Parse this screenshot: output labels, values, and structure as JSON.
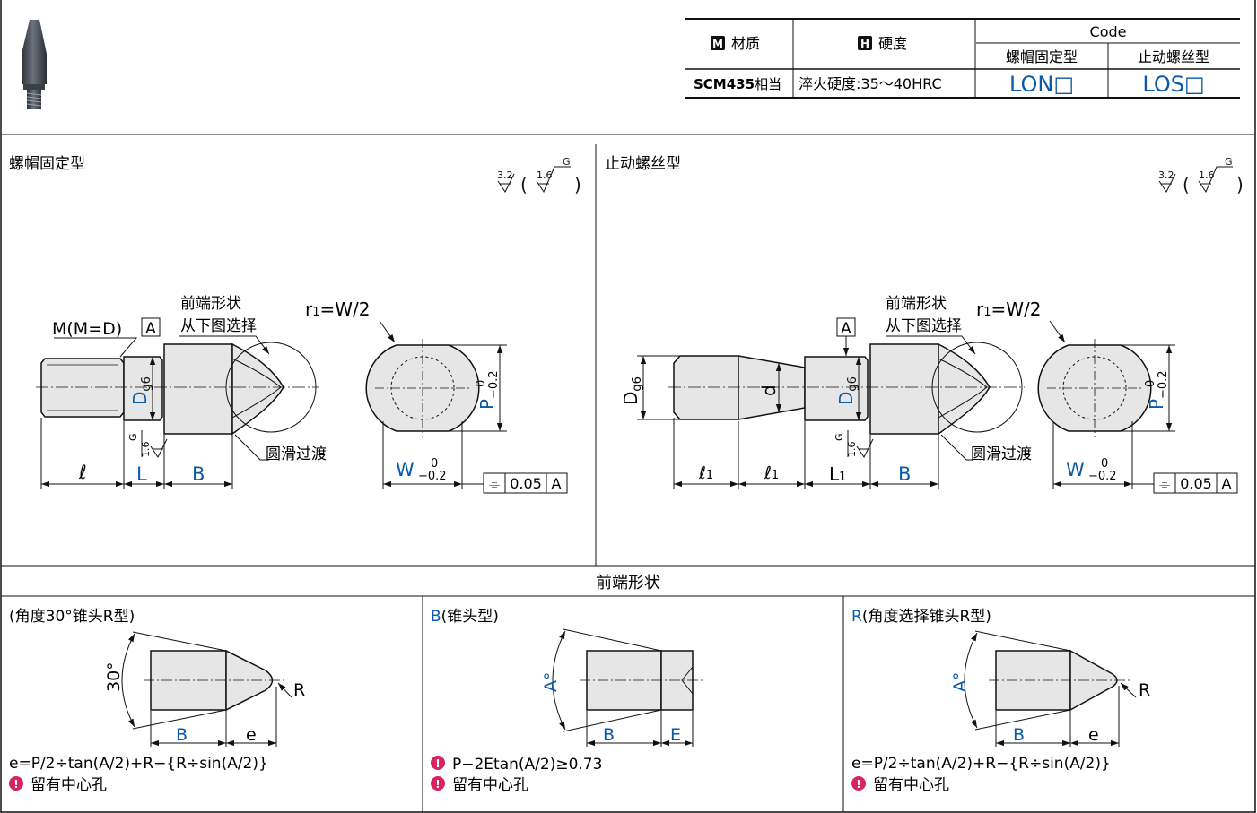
{
  "table": {
    "material_header": "材质",
    "material_badge": "M",
    "hardness_header": "硬度",
    "hardness_badge": "H",
    "code_header": "Code",
    "code_col1": "螺帽固定型",
    "code_col2": "止动螺丝型",
    "material_value_bold": "SCM435",
    "material_value_suffix": "相当",
    "hardness_value": "淬火硬度:35～40HRC",
    "code_value1": "LON□",
    "code_value2": "LOS□"
  },
  "left_panel": {
    "title": "螺帽固定型",
    "thread_label": "M(M=D)",
    "datum": "A",
    "d_label": "D",
    "d_sub": "g6",
    "tip_label_1": "前端形状",
    "tip_label_2": "从下图选择",
    "smooth_label": "圆滑过渡",
    "dim_l": "ℓ",
    "dim_L": "L",
    "dim_B": "B",
    "finish_g": "G",
    "finish_16": "1.6",
    "r1_label": "r",
    "r1_sub": "1",
    "r1_rest": "=W/2",
    "p_label": "P",
    "p_tol_up": "0",
    "p_tol_low": "−0.2",
    "w_label": "W",
    "w_tol_up": "0",
    "w_tol_low": "−0.2",
    "sym_tol": "0.05",
    "sym_datum": "A",
    "sym_symbol": "⌯"
  },
  "right_panel": {
    "title": "止动螺丝型",
    "d_label": "D",
    "d_sub": "g6",
    "small_d": "d",
    "datum": "A",
    "tip_label_1": "前端形状",
    "tip_label_2": "从下图选择",
    "smooth_label": "圆滑过渡",
    "dim_l1a": "ℓ",
    "dim_l1b": "ℓ",
    "dim_l1_sub": "1",
    "dim_L1": "L",
    "dim_L1_sub": "1",
    "dim_B": "B",
    "finish_g": "G",
    "finish_16": "1.6",
    "r1_label": "r",
    "r1_sub": "1",
    "r1_rest": "=W/2",
    "p_label": "P",
    "p_tol_up": "0",
    "p_tol_low": "−0.2",
    "w_label": "W",
    "w_tol_up": "0",
    "w_tol_low": "−0.2",
    "sym_tol": "0.05",
    "sym_datum": "A",
    "sym_symbol": "⌯"
  },
  "roughness": {
    "main": "3.2",
    "secondary": "1.6",
    "grade": "G"
  },
  "tips": {
    "section_title": "前端形状",
    "tip1": {
      "title": "(角度30°锥头R型)",
      "angle": "30°",
      "r": "R",
      "b": "B",
      "e": "e",
      "formula": "e=P/2÷tan(A/2)+R−{R÷sin(A/2)}",
      "note": "留有中心孔"
    },
    "tip2": {
      "code": "B",
      "title": "(锥头型)",
      "angle": "A°",
      "b": "B",
      "e": "E",
      "formula": "P−2Etan(A/2)≥0.73",
      "note": "留有中心孔"
    },
    "tip3": {
      "code": "R",
      "title": "(角度选择锥头R型)",
      "angle": "A°",
      "r": "R",
      "b": "B",
      "e": "e",
      "formula": "e=P/2÷tan(A/2)+R−{R÷sin(A/2)}",
      "note": "留有中心孔"
    }
  },
  "colors": {
    "accent": "#0b5aa8",
    "note_icon": "#d8245e",
    "part_fill": "#e6e6e6",
    "product_photo": "#4a5058"
  }
}
